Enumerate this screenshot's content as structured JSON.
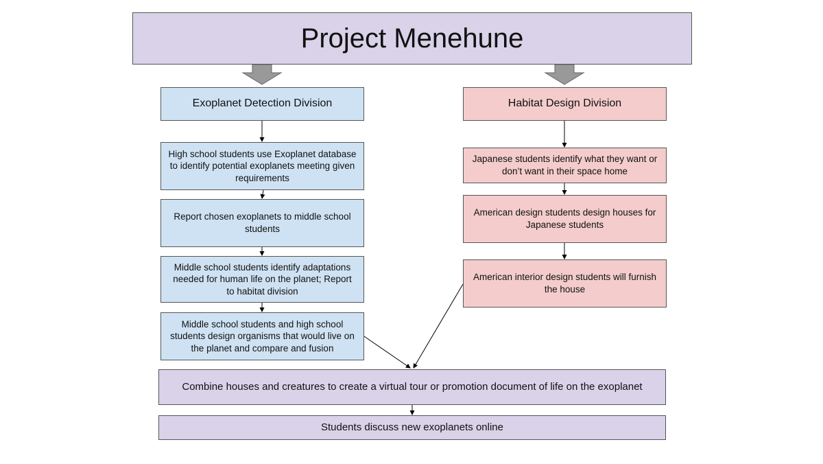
{
  "title": "Project Menehune",
  "divisions": [
    {
      "name": "Exoplanet Detection Division",
      "color": "#cfe2f3",
      "steps": [
        "High school students use Exoplanet database to identify potential exoplanets meeting given requirements",
        "Report chosen exoplanets to middle school students",
        "Middle school students identify adaptations needed for human life on the planet; Report to habitat division",
        "Middle school students and high school students design organisms that would live on the planet and compare and fusion"
      ]
    },
    {
      "name": "Habitat Design Division",
      "color": "#f4cccc",
      "steps": [
        "Japanese students identify what they want or don’t want in their space home",
        "American design students design houses for Japanese students",
        "American interior design students will furnish the house"
      ]
    }
  ],
  "combine": "Combine houses and creatures to create a virtual tour or promotion document of life on the exoplanet",
  "final": "Students discuss new exoplanets online",
  "colors": {
    "title_fill": "#d9d2e9",
    "block_arrow": "#999999"
  }
}
